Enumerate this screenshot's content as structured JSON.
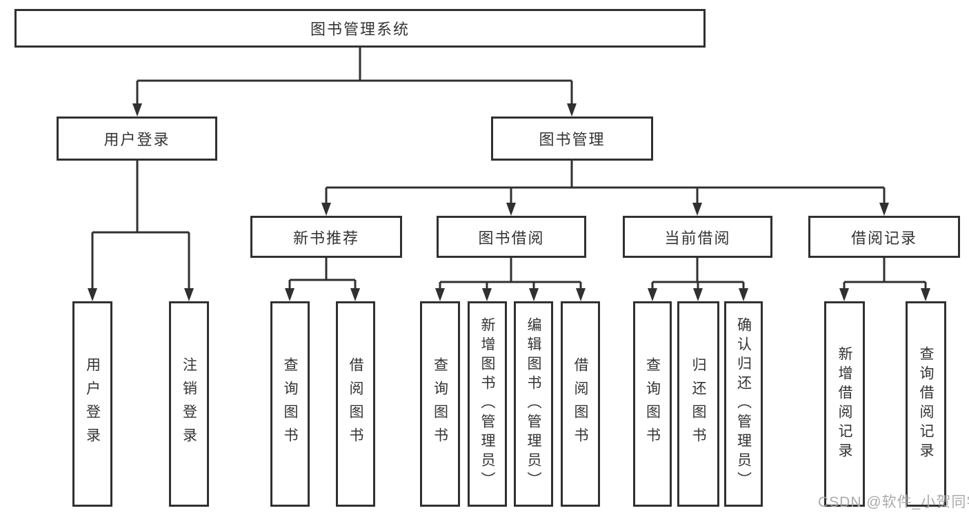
{
  "diagram": {
    "title": "图书管理系统",
    "type": "hierarchy-tree",
    "colors": {
      "line": "#303030",
      "box_border": "#303030",
      "box_background": "#ffffff",
      "text": "#333333",
      "watermark_text": "#a5a5a5"
    },
    "nodes": {
      "root": "图书管理系统",
      "user_login_branch": "用户登录",
      "book_mgmt_branch": "图书管理",
      "new_book_rec": "新书推荐",
      "book_borrow": "图书借阅",
      "current_borrow": "当前借阅",
      "borrow_records": "借阅记录",
      "leaf_user_login": "用户登录",
      "leaf_logout": "注销登录",
      "leaf_query_book_1": "查询图书",
      "leaf_borrow_book_1": "借阅图书",
      "leaf_query_book_2": "查询图书",
      "leaf_add_book_admin": "新增图书（管理员）",
      "leaf_edit_book_admin": "编辑图书（管理员）",
      "leaf_borrow_book_2": "借阅图书",
      "leaf_query_book_3": "查询图书",
      "leaf_return_book": "归还图书",
      "leaf_confirm_return_admin": "确认归还（管理员）",
      "leaf_add_borrow_record": "新增借阅记录",
      "leaf_query_borrow_record": "查询借阅记录"
    },
    "edges": [
      [
        "图书管理系统",
        "用户登录"
      ],
      [
        "图书管理系统",
        "图书管理"
      ],
      [
        "用户登录",
        "用户登录(叶)"
      ],
      [
        "用户登录",
        "注销登录"
      ],
      [
        "图书管理",
        "新书推荐"
      ],
      [
        "图书管理",
        "图书借阅"
      ],
      [
        "图书管理",
        "当前借阅"
      ],
      [
        "图书管理",
        "借阅记录"
      ],
      [
        "新书推荐",
        "查询图书"
      ],
      [
        "新书推荐",
        "借阅图书"
      ],
      [
        "图书借阅",
        "查询图书"
      ],
      [
        "图书借阅",
        "新增图书（管理员）"
      ],
      [
        "图书借阅",
        "编辑图书（管理员）"
      ],
      [
        "图书借阅",
        "借阅图书"
      ],
      [
        "当前借阅",
        "查询图书"
      ],
      [
        "当前借阅",
        "归还图书"
      ],
      [
        "当前借阅",
        "确认归还（管理员）"
      ],
      [
        "借阅记录",
        "新增借阅记录"
      ],
      [
        "借阅记录",
        "查询借阅记录"
      ]
    ],
    "watermark": "CSDN @软件_小贺同学"
  }
}
